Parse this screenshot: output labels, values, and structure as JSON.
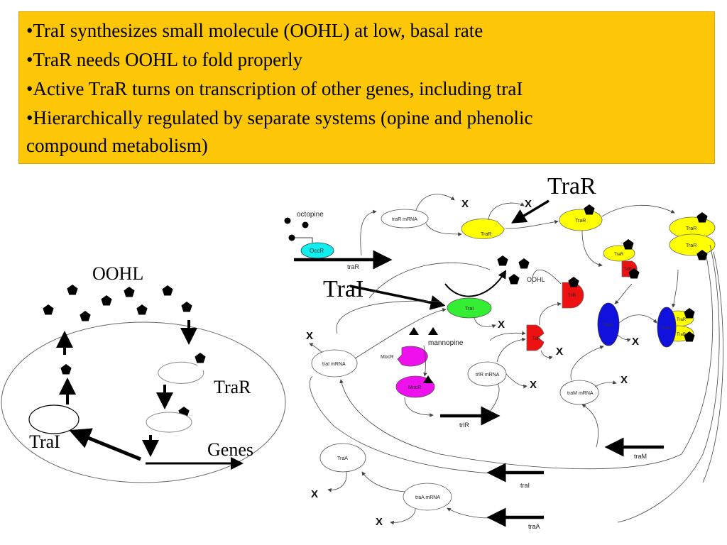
{
  "bullets": [
    "•TraI synthesizes small molecule (OOHL) at low, basal rate",
    "•TraR needs OOHL to fold properly",
    "•Active TraR turns on transcription of other genes, including traI",
    "•Hierarchically regulated by separate systems (opine and phenolic",
    "compound metabolism)"
  ],
  "left_diagram": {
    "oohl": "OOHL",
    "trar": "TraR",
    "trai": "TraI",
    "genes": "Genes"
  },
  "right_diagram": {
    "callout_trar": "TraR",
    "callout_trai": "TraI",
    "octopine": "octopine",
    "occr": "OccR",
    "trar_gene": "traR",
    "trar_mrna": "traR mRNA",
    "trar_protein": "TraR",
    "trar_active": "TraR",
    "trar_dimer_top": "TraR",
    "trar_dimer_bottom": "TraR",
    "trar_small": "TraR",
    "trlr_in_complex": "TrlR",
    "oohl": "OOHL",
    "trai_protein": "TraI",
    "trlr_protein": "TrlR",
    "trlr_protein2": "TrlR",
    "trai_mrna": "traI mRNA",
    "mannopine": "mannopine",
    "mocr": "MocR",
    "mocr_bound": "MocR",
    "trlr_mrna": "trlR mRNA",
    "trlr_gene": "trlR",
    "tram_mrna": "traM mRNA",
    "tram_gene": "traM",
    "tram1": "TraM",
    "tram2": "TraM",
    "trar_b1": "TraR",
    "trar_b2": "TraR",
    "traa_protein": "TraA",
    "trai_gene": "traI",
    "traa_mrna": "traA mRNA",
    "traa_gene": "traA",
    "x_mark": "X"
  },
  "colors": {
    "header_bg": "#fdc707",
    "trar_yellow": "#ffff00",
    "trai_green": "#33ee33",
    "trlr_red": "#ee1111",
    "mocr_magenta": "#ee11ee",
    "occr_cyan": "#11eeee",
    "tram_blue": "#1111dd"
  }
}
